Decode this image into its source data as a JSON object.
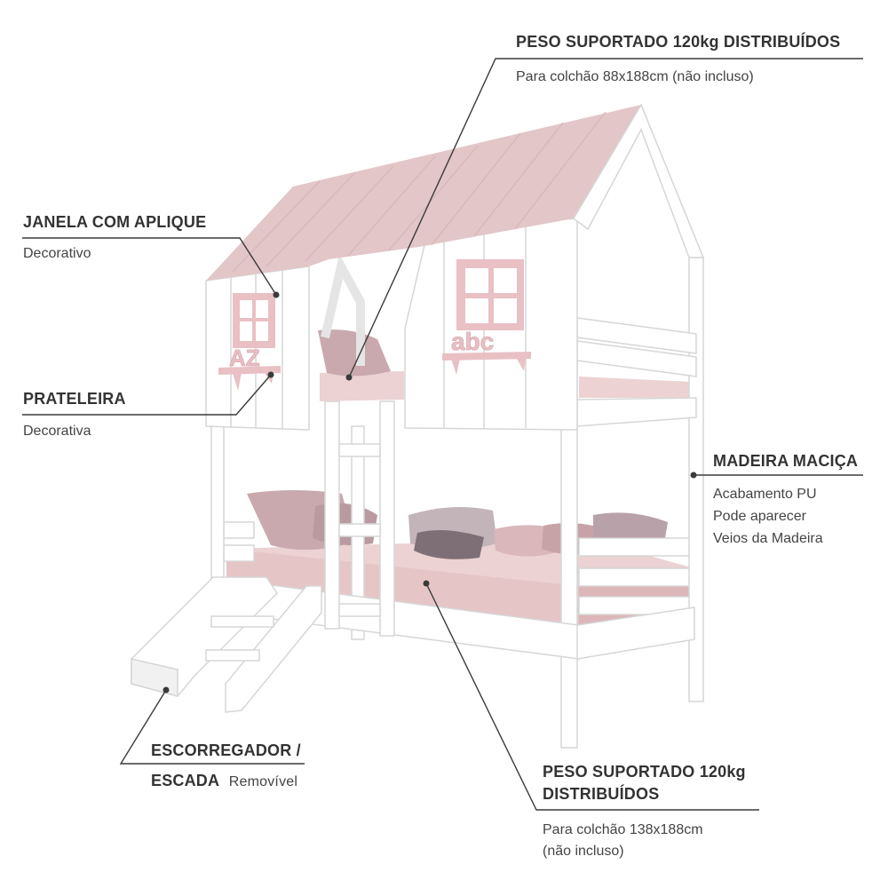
{
  "colors": {
    "frame": "#ffffff",
    "frame_edge": "#d6d6d6",
    "roof": "#e3c6c8",
    "mattress": "#ecd2d3",
    "window": "#e9c0c4",
    "pillow": "#c9a9ae",
    "leader": "#3a3a3a"
  },
  "callouts": {
    "top_weight": {
      "heading": "PESO SUPORTADO 120kg DISTRIBUÍDOS",
      "detail": "Para colchão 88x188cm (não incluso)"
    },
    "window": {
      "heading": "JANELA COM APLIQUE",
      "detail": "Decorativo"
    },
    "shelf": {
      "heading": "PRATELEIRA",
      "detail": "Decorativa"
    },
    "wood": {
      "heading": "MADEIRA MACIÇA",
      "lines": [
        "Acabamento PU",
        "Pode aparecer",
        "Veios da Madeira"
      ]
    },
    "slide": {
      "heading_line1": "ESCORREGADOR /",
      "heading_line2": "ESCADA",
      "detail": "Removível"
    },
    "bottom_weight": {
      "heading_line1": "PESO SUPORTADO 120kg",
      "heading_line2": "DISTRIBUÍDOS",
      "detail_line1": "Para colchão 138x188cm",
      "detail_line2": "(não incluso)"
    }
  },
  "window_letters": {
    "left": "AZ",
    "right": "abc"
  }
}
